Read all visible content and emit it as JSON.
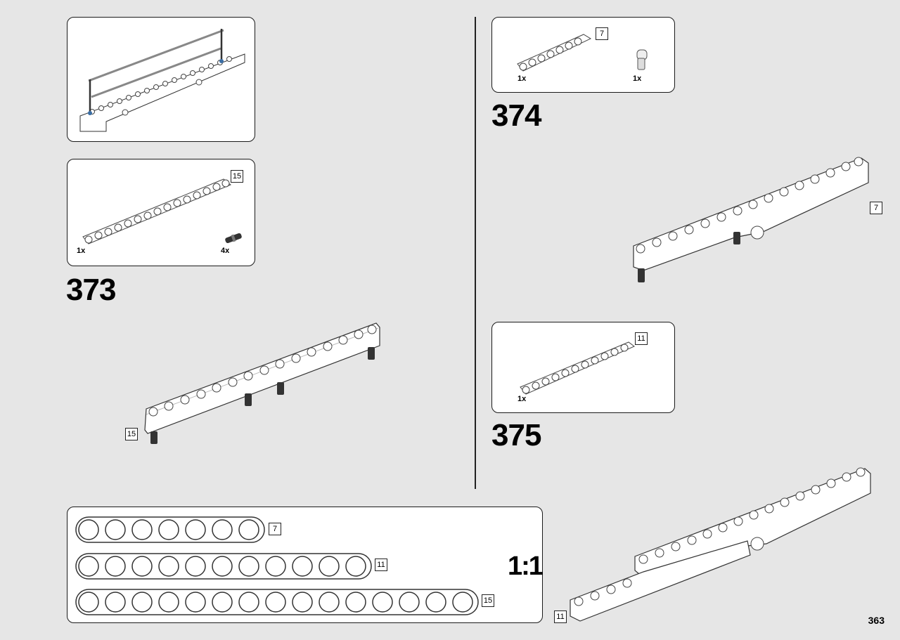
{
  "step373": {
    "number": "373",
    "parts": [
      {
        "qty": "1x",
        "length": "15"
      },
      {
        "qty": "4x"
      }
    ],
    "assembly_length": "15"
  },
  "step374": {
    "number": "374",
    "parts": [
      {
        "qty": "1x",
        "length": "7"
      },
      {
        "qty": "1x"
      }
    ],
    "assembly_length": "7"
  },
  "step375": {
    "number": "375",
    "parts": [
      {
        "qty": "1x",
        "length": "11"
      }
    ],
    "assembly_length": "11"
  },
  "scale_panel": {
    "label": "1:1",
    "beams": [
      "7",
      "11",
      "15"
    ]
  },
  "page_number": "363"
}
